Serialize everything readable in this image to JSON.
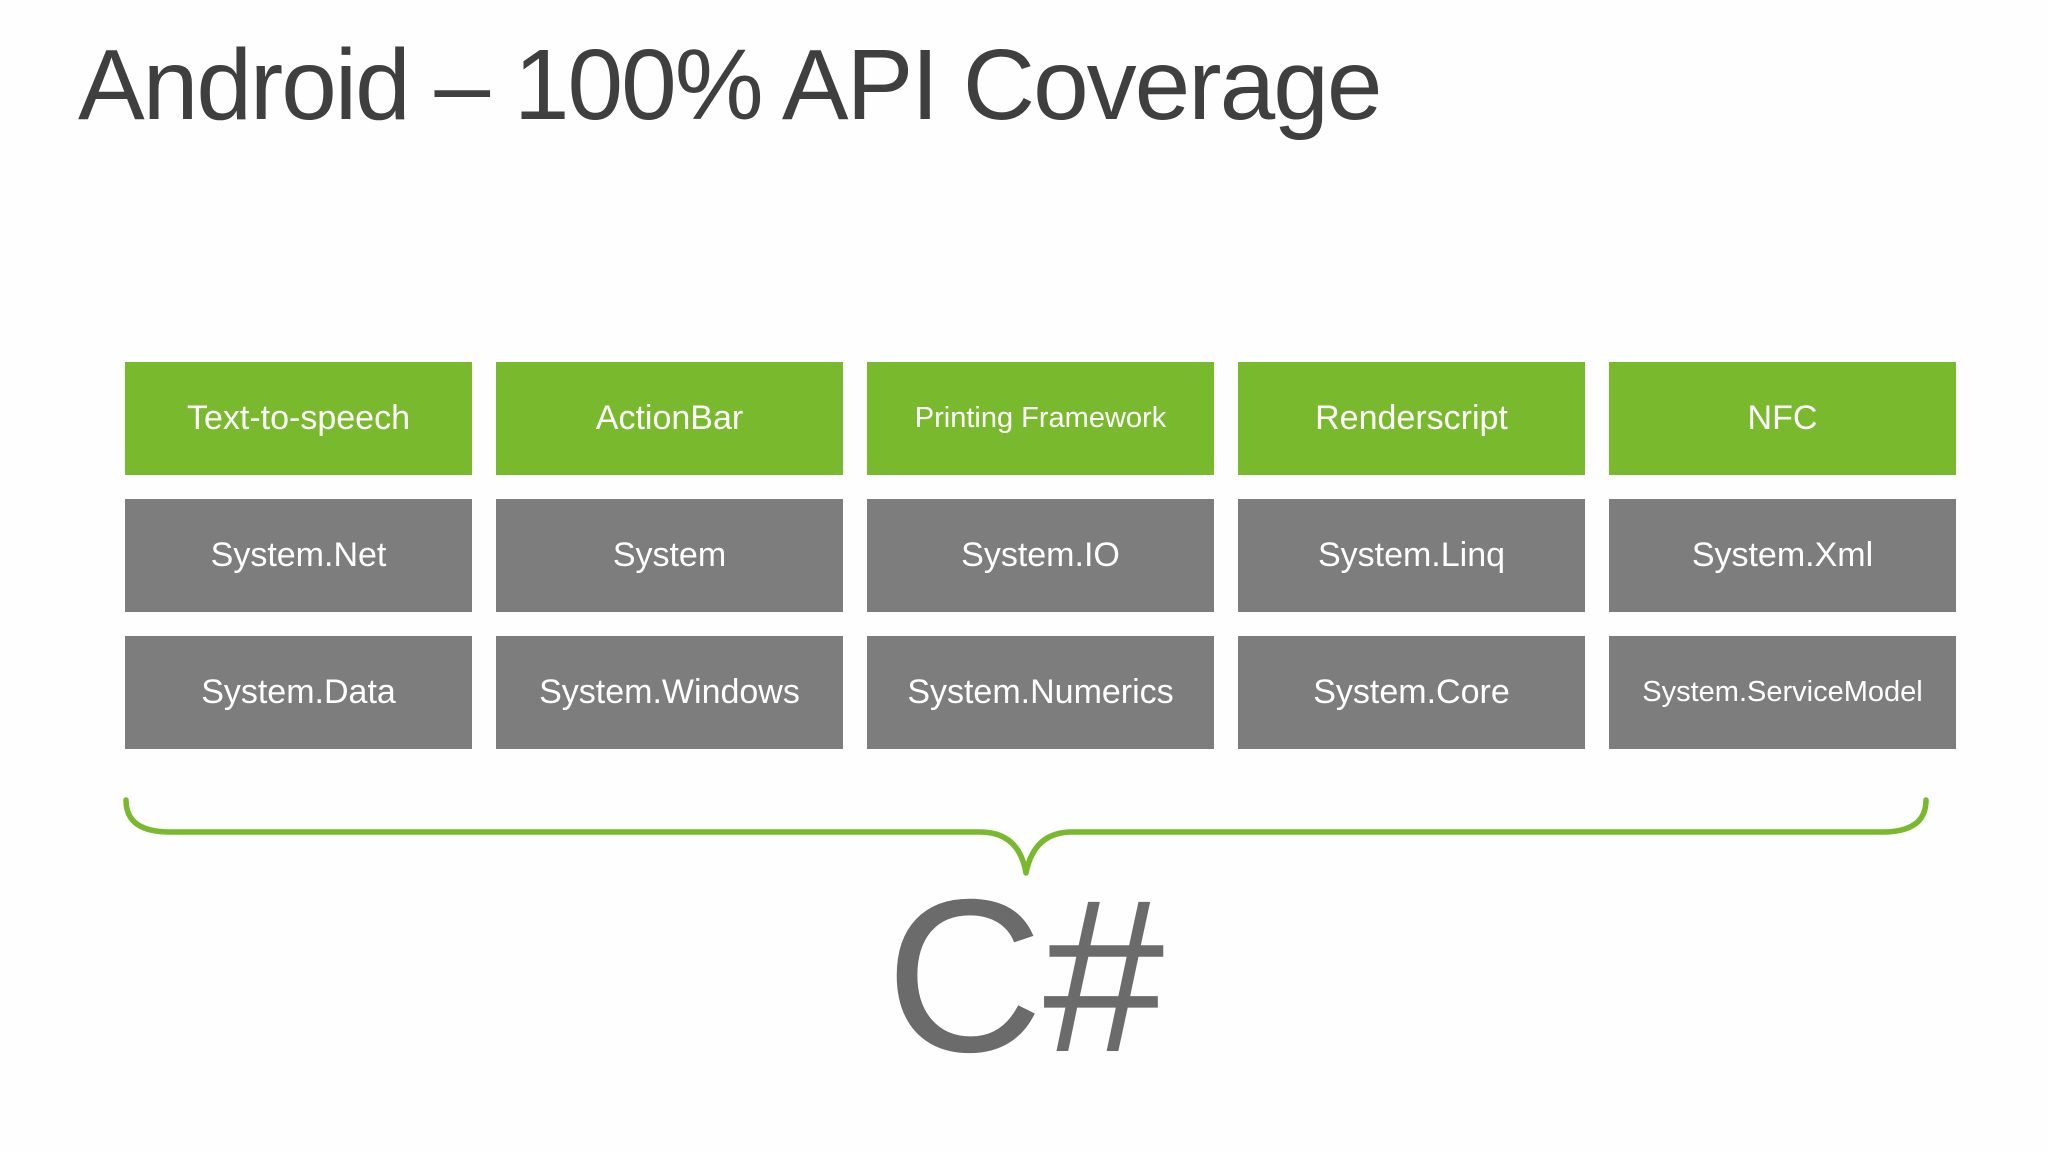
{
  "title": "Android – 100% API Coverage",
  "caption": "C#",
  "colors": {
    "background": "#fefefe",
    "green": "#79b92d",
    "gray": "#7d7d7d",
    "title_text": "#3f3f3f",
    "caption_text": "#6b6b6b",
    "box_text": "#ffffff"
  },
  "grid": {
    "rows": [
      {
        "style": "green",
        "cells": [
          "Text-to-speech",
          "ActionBar",
          "Printing Framework",
          "Renderscript",
          "NFC"
        ]
      },
      {
        "style": "gray",
        "cells": [
          "System.Net",
          "System",
          "System.IO",
          "System.Linq",
          "System.Xml"
        ]
      },
      {
        "style": "gray",
        "cells": [
          "System.Data",
          "System.Windows",
          "System.Numerics",
          "System.Core",
          "System.ServiceModel"
        ]
      }
    ]
  },
  "brace": {
    "shape": "underbrace-pointing-down",
    "color": "#79b92d"
  }
}
